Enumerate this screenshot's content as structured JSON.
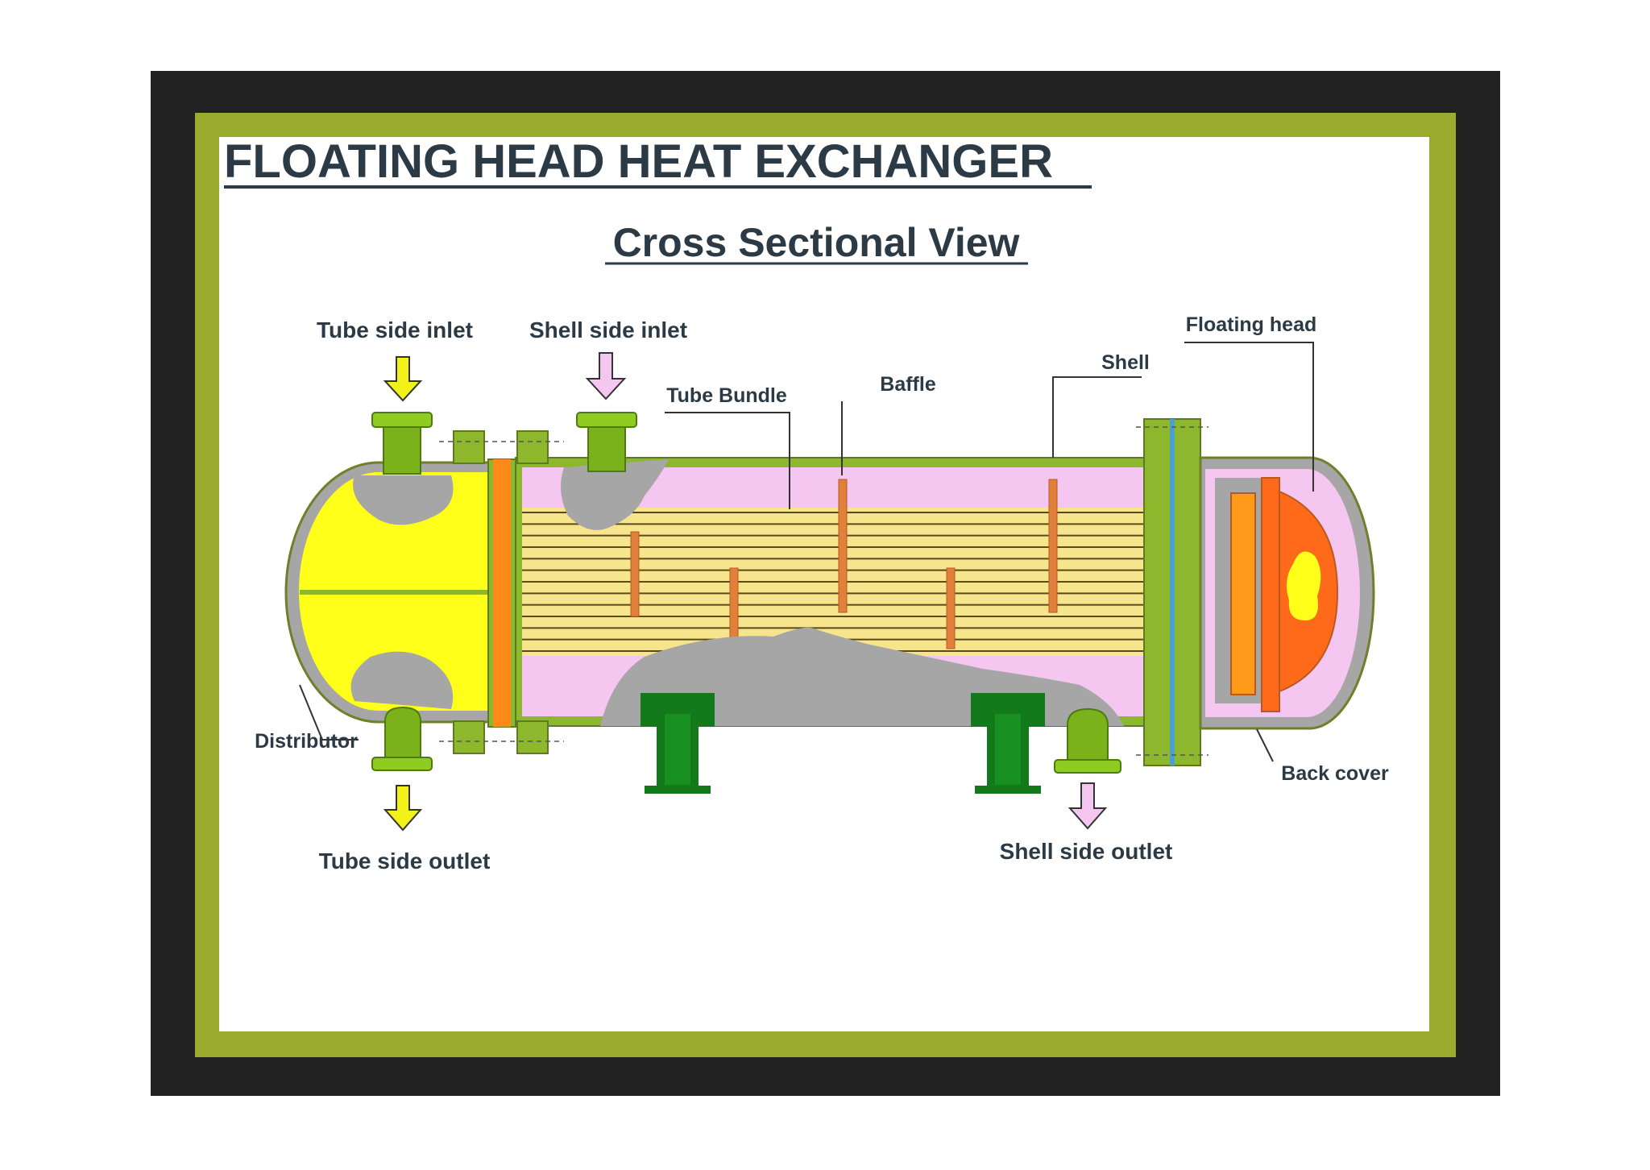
{
  "title": "FLOATING HEAD HEAT EXCHANGER",
  "subtitle": "Cross Sectional View",
  "labels": {
    "tube_side_inlet": "Tube side inlet",
    "shell_side_inlet": "Shell side inlet",
    "tube_bundle": "Tube Bundle",
    "baffle": "Baffle",
    "shell": "Shell",
    "floating_head": "Floating head",
    "distributor": "Distributor",
    "back_cover": "Back cover",
    "tube_side_outlet": "Tube side outlet",
    "shell_side_outlet": "Shell side outlet"
  },
  "colors": {
    "outer_frame": "#222222",
    "green_border": "#9aac2e",
    "shell_green": "#8db82e",
    "channel_yellow": "#ffff1a",
    "shell_side_pink": "#f4c6f0",
    "baffle_orange": "#e0803a",
    "tube_yellow": "#f6e58c",
    "support_green": "#137a1c",
    "cutaway_gray": "#a6a6a6",
    "floating_head_orange": "#ff6a1a"
  },
  "flow_arrows": {
    "tube_side": "#f2f21a",
    "shell_side": "#f4c6f0"
  }
}
